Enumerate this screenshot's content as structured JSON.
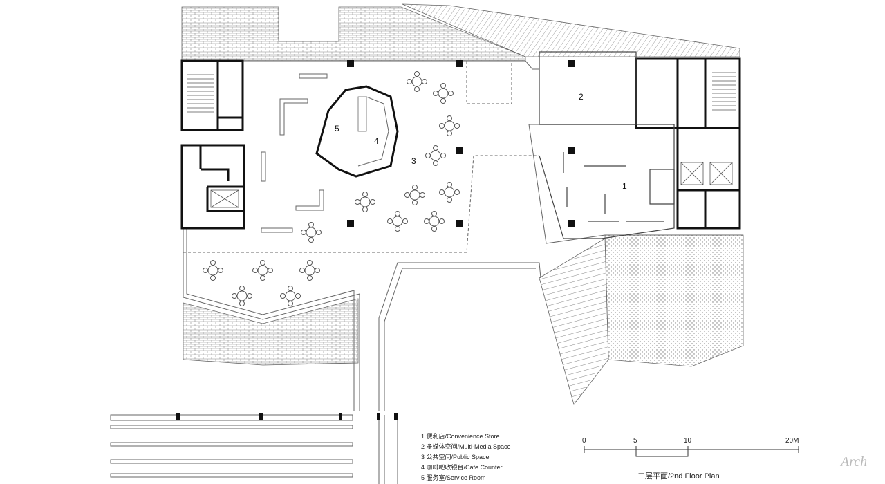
{
  "rooms": [
    {
      "number": "1"
    },
    {
      "number": "2"
    },
    {
      "number": "3"
    },
    {
      "number": "4"
    },
    {
      "number": "5"
    }
  ],
  "legend": [
    "1 便利店/Convenience Store",
    "2 多媒体空间/Multi-Media Space",
    "3 公共空间/Public Space",
    "4 咖啡吧收银台/Cafe Counter",
    "5 服务室/Service Room"
  ],
  "scale": {
    "ticks": [
      "0",
      "5",
      "10",
      "20M"
    ]
  },
  "title": "二层平面/2nd Floor Plan",
  "watermark": "Arch"
}
